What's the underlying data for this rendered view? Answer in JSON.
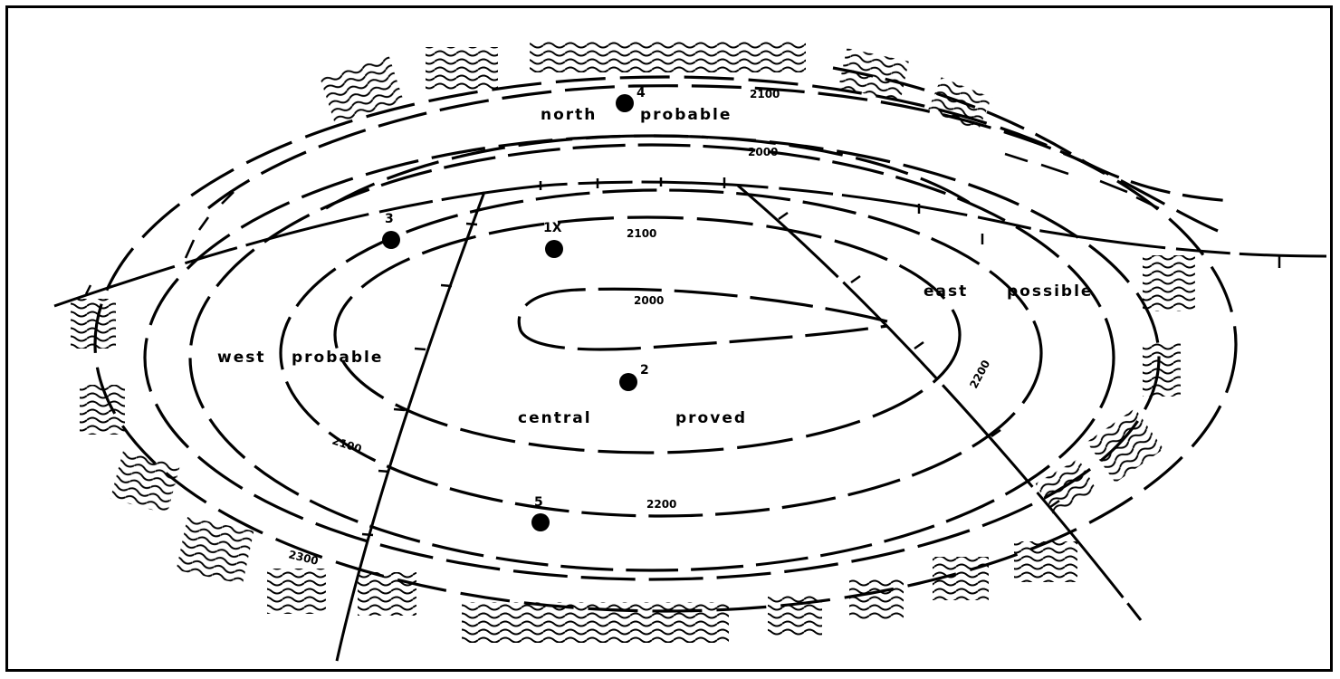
{
  "zones": {
    "north": {
      "word1": "north",
      "word2": "probable"
    },
    "central": {
      "word1": "central",
      "word2": "proved"
    },
    "west": {
      "word1": "west",
      "word2": "probable"
    },
    "east": {
      "word1": "east",
      "word2": "possible"
    }
  },
  "contours": {
    "north_2100": "2100",
    "north_2000": "2000",
    "inner_2100": "2100",
    "inner_2000": "2000",
    "inner_2200": "2200",
    "west_2100": "2100",
    "west_2300": "2300",
    "east_2200": "2200"
  },
  "wells": [
    {
      "id": "4"
    },
    {
      "id": "3"
    },
    {
      "id": "1X"
    },
    {
      "id": "2"
    },
    {
      "id": "5"
    }
  ]
}
